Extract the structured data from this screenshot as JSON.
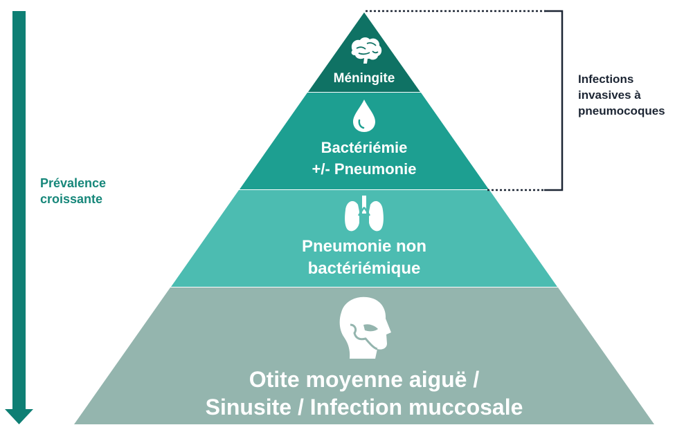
{
  "colors": {
    "tier1": "#0f7264",
    "tier2": "#1d9f91",
    "tier3": "#4cbcb1",
    "tier4": "#94b5ae",
    "arrow": "#0e7f74",
    "bracket": "#1c2533"
  },
  "arrow": {
    "label_line1": "Prévalence",
    "label_line2": "croissante"
  },
  "bracket": {
    "label_line1": "Infections",
    "label_line2": "invasives à",
    "label_line3": "pneumocoques"
  },
  "tiers": [
    {
      "icon": "brain-icon",
      "line1": "Méningite"
    },
    {
      "icon": "blood-drop-icon",
      "line1": "Bactériémie",
      "line2": "+/- Pneumonie"
    },
    {
      "icon": "lungs-icon",
      "line1": "Pneumonie non",
      "line2": "bactériémique"
    },
    {
      "icon": "head-profile-icon",
      "line1": "Otite moyenne aiguë /",
      "line2": "Sinusite / Infection muccosale"
    }
  ]
}
